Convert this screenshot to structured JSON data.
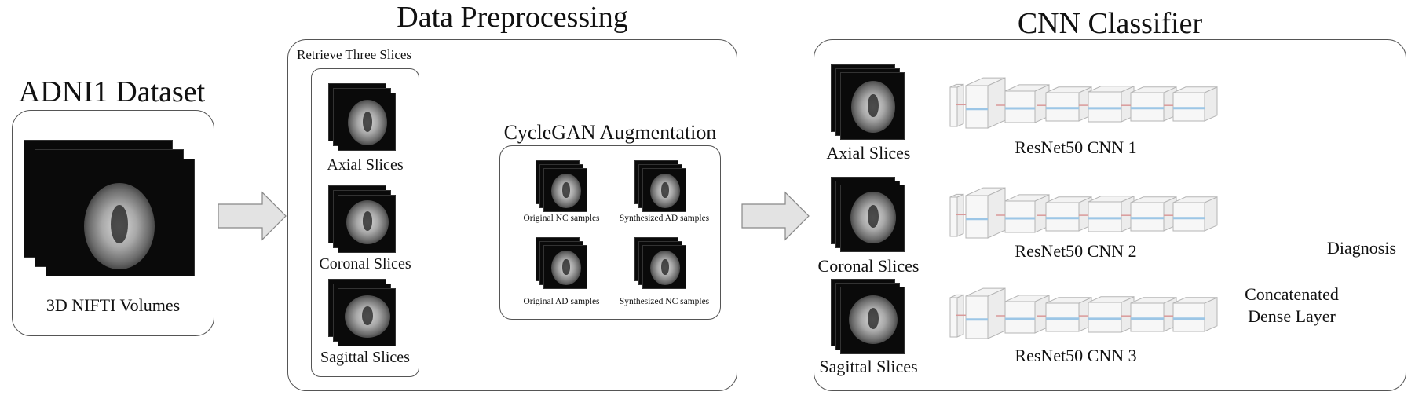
{
  "dataset": {
    "title": "ADNI1 Dataset",
    "caption": "3D NIFTI Volumes"
  },
  "preprocessing": {
    "title": "Data Preprocessing",
    "retrieve_label": "Retrieve Three Slices",
    "slices": [
      "Axial Slices",
      "Coronal Slices",
      "Sagittal Slices"
    ],
    "cyclegan": {
      "title": "CycleGAN Augmentation",
      "rows": [
        {
          "original": "Original NC samples",
          "synth": "Synthesized AD samples"
        },
        {
          "original": "Original AD samples",
          "synth": "Synthesized NC samples"
        }
      ]
    }
  },
  "classifier": {
    "title": "CNN Classifier",
    "inputs": [
      "Axial Slices",
      "Coronal Slices",
      "Sagittal Slices"
    ],
    "cnns": [
      "ResNet50 CNN 1",
      "ResNet50 CNN 2",
      "ResNet50 CNN 3"
    ],
    "dense_label_line1": "Concatenated",
    "dense_label_line2": "Dense Layer",
    "output_label": "Diagnosis"
  }
}
